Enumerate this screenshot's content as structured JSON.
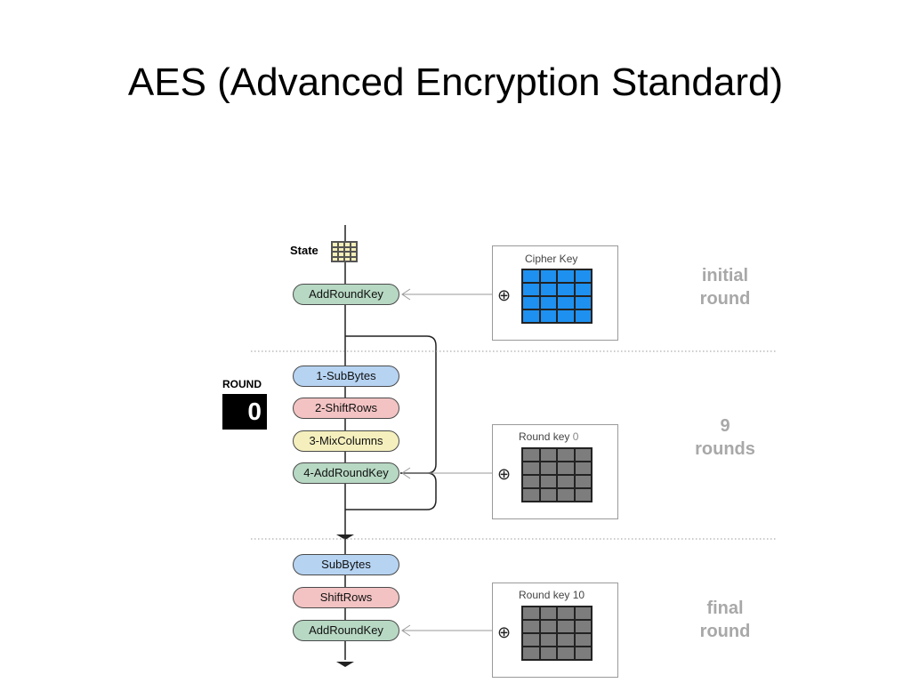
{
  "title": "AES (Advanced Encryption Standard)",
  "diagram": {
    "state_label": "State",
    "round_label": "ROUND",
    "round_number": "0",
    "initial": {
      "step": "AddRoundKey",
      "key_label": "Cipher Key",
      "phase": [
        "initial",
        "round"
      ]
    },
    "main": {
      "steps": [
        "1-SubBytes",
        "2-ShiftRows",
        "3-MixColumns",
        "4-AddRoundKey"
      ],
      "key_label": "Round key",
      "key_index": "0",
      "phase": [
        "9",
        "rounds"
      ]
    },
    "final": {
      "steps": [
        "SubBytes",
        "ShiftRows",
        "AddRoundKey"
      ],
      "key_label": "Round key",
      "key_index": "10",
      "phase": [
        "final",
        "round"
      ]
    },
    "xor_symbol": "⊕",
    "colors": {
      "cipher_key": "#1e90ef",
      "round_key": "#7d7d7d",
      "state_grid": "#f5efb8",
      "addroundkey": "#b7d8c3",
      "subbytes": "#b6d3f2",
      "shiftrows": "#f3c3c3",
      "mixcolumns": "#f4efbd",
      "phase_text": "#a8a8a8"
    }
  }
}
